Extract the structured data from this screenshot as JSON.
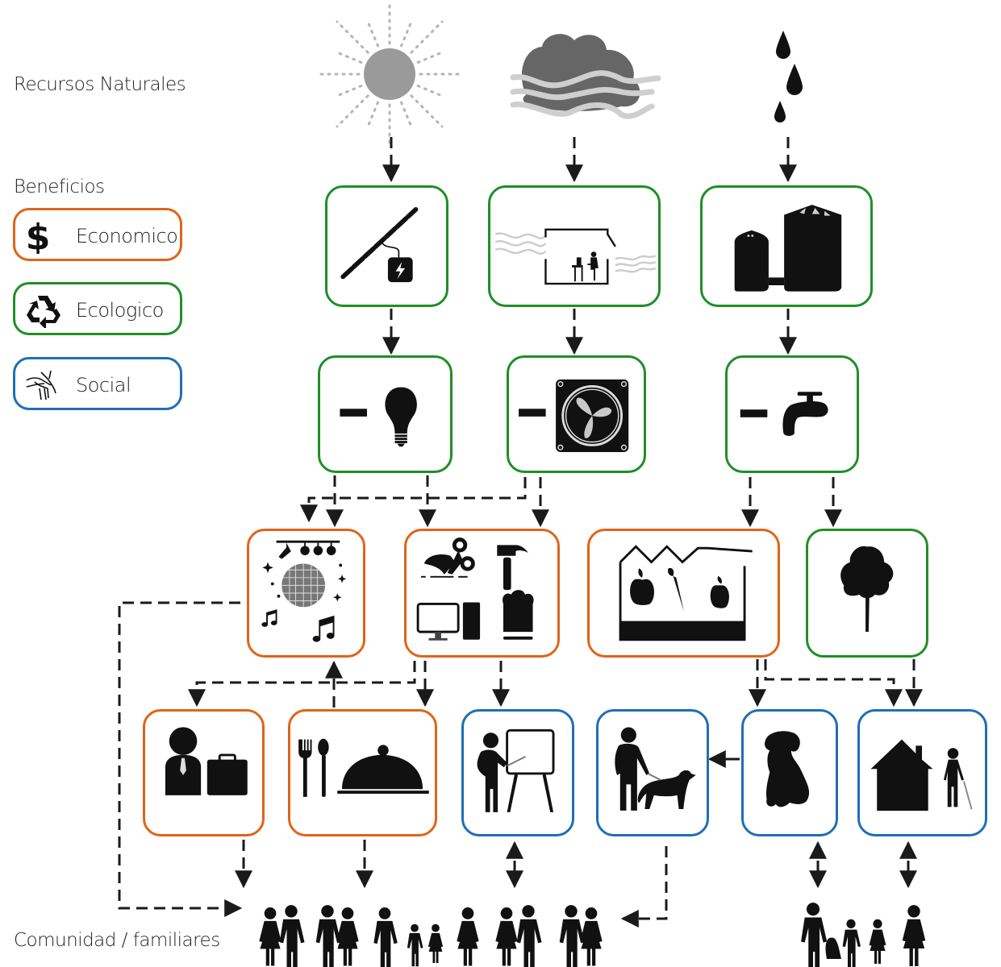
{
  "labels": {
    "resources": "Recursos Naturales",
    "benefits": "Beneficios",
    "community": "Comunidad / familiares"
  },
  "legend": [
    {
      "label": "Economico",
      "icon": "dollar-icon",
      "color": "#e06418"
    },
    {
      "label": "Ecologico",
      "icon": "recycle-icon",
      "color": "#1f8f27"
    },
    {
      "label": "Social",
      "icon": "hands-icon",
      "color": "#1f6fb5"
    }
  ],
  "colors": {
    "economic": "#e06418",
    "ecological": "#1f8f27",
    "social": "#1f6fb5",
    "arrow": "#1a1a1a"
  },
  "resources": [
    {
      "id": "sun",
      "icon": "sun-icon"
    },
    {
      "id": "wind",
      "icon": "cloud-wind-icon"
    },
    {
      "id": "rain",
      "icon": "water-drops-icon"
    }
  ],
  "nodes": [
    {
      "id": "solar-panel",
      "icon": "solar-panel-icon",
      "benefit": "ecological"
    },
    {
      "id": "ventilated-house",
      "icon": "ventilated-house-icon",
      "benefit": "ecological"
    },
    {
      "id": "water-tanks",
      "icon": "water-tanks-icon",
      "benefit": "ecological"
    },
    {
      "id": "less-electricity",
      "icon": "light-bulb-icon",
      "prefix": "−",
      "benefit": "ecological"
    },
    {
      "id": "less-fan",
      "icon": "fan-icon",
      "prefix": "−",
      "benefit": "ecological"
    },
    {
      "id": "less-water",
      "icon": "faucet-icon",
      "prefix": "−",
      "benefit": "ecological"
    },
    {
      "id": "events",
      "icon": "disco-ball-icon",
      "benefit": "economic"
    },
    {
      "id": "workshops",
      "icon": "workshop-tools-icon",
      "benefit": "economic"
    },
    {
      "id": "greenhouse",
      "icon": "greenhouse-icon",
      "benefit": "economic"
    },
    {
      "id": "tree",
      "icon": "tree-icon",
      "benefit": "ecological"
    },
    {
      "id": "employment",
      "icon": "businessman-icon",
      "benefit": "economic"
    },
    {
      "id": "restaurant",
      "icon": "restaurant-icon",
      "benefit": "economic"
    },
    {
      "id": "teaching",
      "icon": "teacher-icon",
      "benefit": "social"
    },
    {
      "id": "guide-dog",
      "icon": "guide-dog-icon",
      "benefit": "social"
    },
    {
      "id": "dog",
      "icon": "dog-icon",
      "benefit": "social"
    },
    {
      "id": "elderly-home",
      "icon": "elderly-home-icon",
      "benefit": "social"
    }
  ],
  "community": [
    {
      "id": "community-group",
      "icon": "people-group-icon"
    },
    {
      "id": "family-group",
      "icon": "family-icon"
    }
  ]
}
